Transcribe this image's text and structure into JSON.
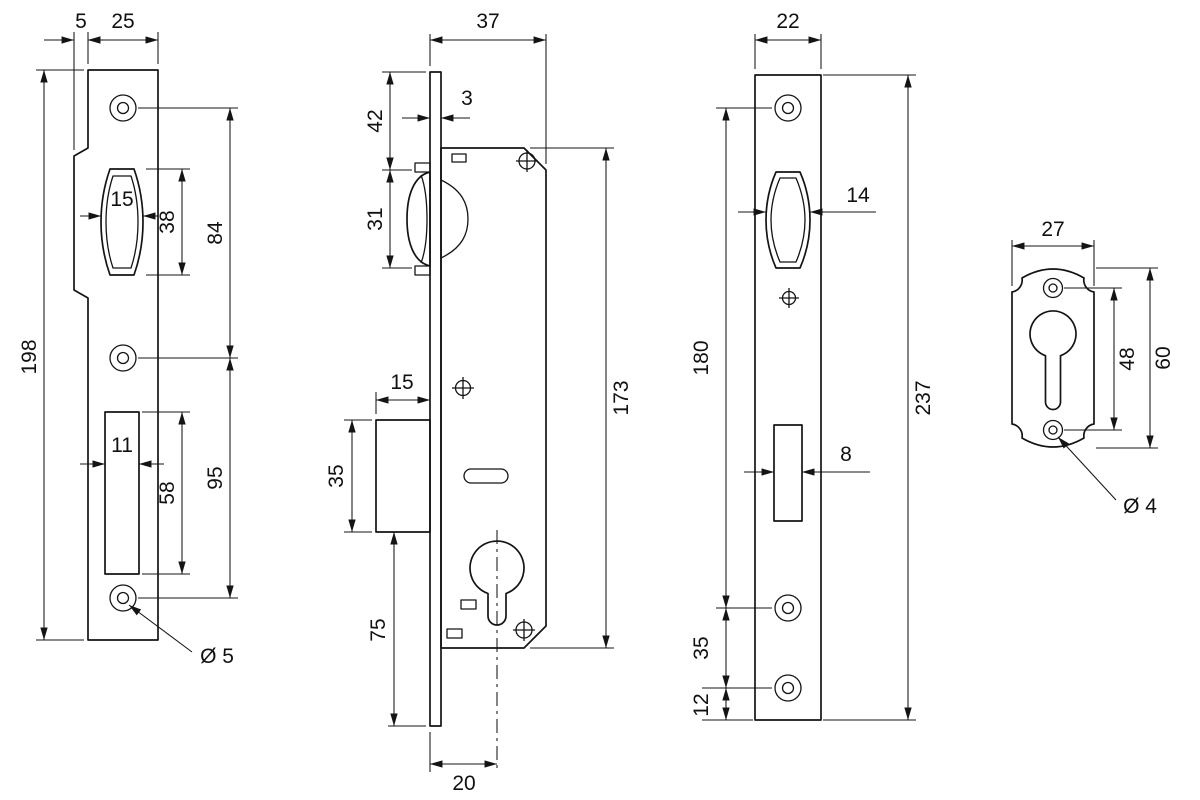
{
  "colors": {
    "ink": "#141414",
    "background": "#ffffff"
  },
  "drawing": {
    "strike_plate": {
      "thickness": "5",
      "width": "25",
      "oval_width": "15",
      "oval_height": "38",
      "top_hole_span": "84",
      "height": "198",
      "slot_width": "11",
      "slot_height": "58",
      "bottom_hole_span": "95",
      "hole_diameter": "Ø 5"
    },
    "lock_body": {
      "width": "37",
      "faceplate_thickness": "3",
      "top_to_latch": "42",
      "latch_height": "31",
      "bolt_depth": "15",
      "bolt_height": "35",
      "bolt_to_bottom": "75",
      "body_height": "173",
      "backset": "20"
    },
    "faceplate": {
      "width": "22",
      "latch_cutout_width": "14",
      "hole_span": "180",
      "bolt_cutout_width": "8",
      "lower_hole_gap": "35",
      "bottom_margin": "12",
      "height": "237"
    },
    "escutcheon": {
      "width": "27",
      "hole_span": "48",
      "height": "60",
      "hole_diameter": "Ø 4"
    }
  }
}
